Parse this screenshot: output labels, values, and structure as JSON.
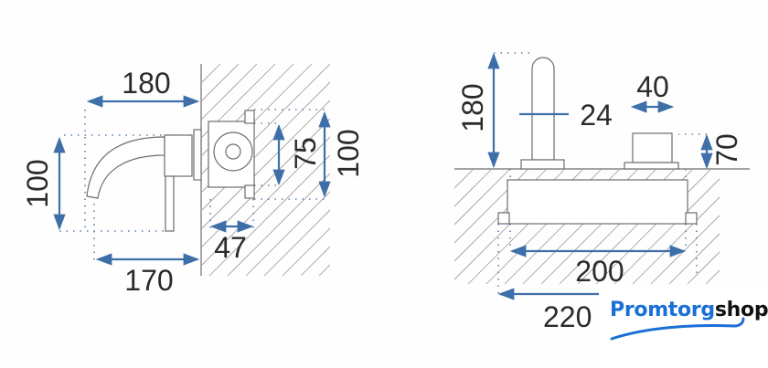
{
  "side_view": {
    "dim_depth_total": "180",
    "dim_height_spout": "100",
    "dim_spout_projection": "170",
    "dim_box_depth": "47",
    "dim_box_inner": "75",
    "dim_box_height": "100"
  },
  "front_view": {
    "dim_spout_height": "180",
    "dim_spout_width": "24",
    "dim_handle_width": "40",
    "dim_handle_height": "70",
    "dim_box_width": "200",
    "dim_total_width": "220"
  },
  "logo": {
    "part1": "Promtorg",
    "part2": "shop",
    "brand_color": "#1a6fd6"
  }
}
